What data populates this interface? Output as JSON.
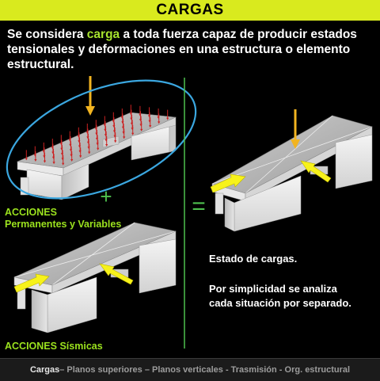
{
  "header": {
    "title": "CARGAS"
  },
  "intro": {
    "before": "Se considera ",
    "highlight": "carga",
    "after": " a toda fuerza capaz de producir estados tensionales y deformaciones en una estructura o elemento estructural."
  },
  "labels": {
    "plus": "+",
    "equals": "=",
    "acciones_perm_title": "ACCIONES",
    "acciones_perm_sub": "Permanentes y Variables",
    "acciones_sism_title": "ACCIONES",
    "acciones_sism_sub": "Sísmicas"
  },
  "notes": {
    "estado": "Estado de cargas.",
    "simplicidad_1": "Por simplicidad se analiza",
    "simplicidad_2": "cada situación por separado."
  },
  "footer": {
    "active": "Cargas",
    "rest": " – Planos superiores – Planos verticales - Trasmisión - Org. estructural"
  },
  "colors": {
    "title_bar": "#d9ea1e",
    "highlight_green": "#a6e22e",
    "ellipse": "#3ba7e0",
    "divider": "#4ec04e",
    "arrow_orange": "#f2b420",
    "arrow_yellow": "#f7f21a",
    "load_red": "#cc2222"
  }
}
